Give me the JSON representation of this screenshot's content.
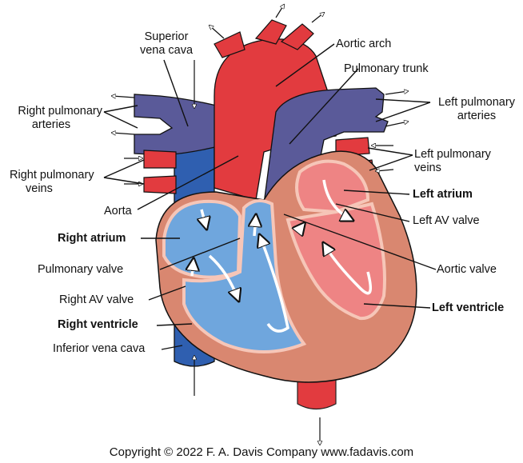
{
  "colors": {
    "artery_red": "#e23b3f",
    "vein_blue": "#2f5fb0",
    "pulmonary_purple": "#5a5a99",
    "right_chamber": "#6fa6dd",
    "left_chamber": "#ee8484",
    "myocardium": "#d98770",
    "wall_pink": "#f6c6b8"
  },
  "labels": {
    "superior_vena_cava_line1": "Superior",
    "superior_vena_cava_line2": "vena cava",
    "aortic_arch": "Aortic arch",
    "pulmonary_trunk": "Pulmonary trunk",
    "right_pulmonary_arteries_line1": "Right pulmonary",
    "right_pulmonary_arteries_line2": "arteries",
    "left_pulmonary_arteries_line1": "Left pulmonary",
    "left_pulmonary_arteries_line2": "arteries",
    "right_pulmonary_veins_line1": "Right pulmonary",
    "right_pulmonary_veins_line2": "veins",
    "left_pulmonary_veins_line1": "Left pulmonary",
    "left_pulmonary_veins_line2": "veins",
    "left_atrium": "Left atrium",
    "aorta": "Aorta",
    "left_av_valve": "Left AV valve",
    "right_atrium": "Right atrium",
    "pulmonary_valve": "Pulmonary valve",
    "aortic_valve": "Aortic valve",
    "right_av_valve": "Right AV valve",
    "left_ventricle": "Left ventricle",
    "right_ventricle": "Right ventricle",
    "inferior_vena_cava": "Inferior vena cava"
  },
  "copyright": "Copyright © 2022 F. A. Davis Company www.fadavis.com"
}
